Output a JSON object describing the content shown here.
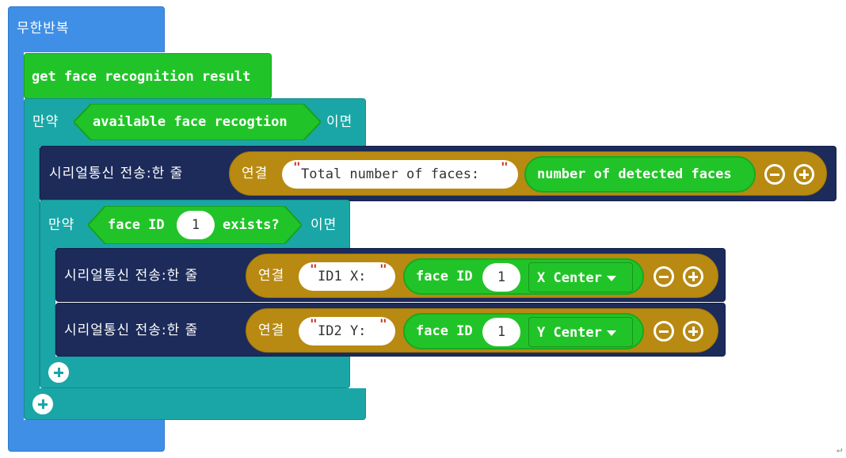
{
  "forever": {
    "label": "무한반복"
  },
  "get_face": {
    "label": "get face recognition result"
  },
  "if_outer": {
    "if_label": "만약",
    "then_label": "이면",
    "condition": "available face recogtion"
  },
  "serial1": {
    "label": "시리얼통신 전송:한 줄",
    "join_label": "연결",
    "text_value": "Total number of faces:",
    "reporter": "number of detected faces"
  },
  "if_inner": {
    "if_label": "만약",
    "then_label": "이면",
    "cond_prefix": "face ID",
    "cond_value": "1",
    "cond_suffix": "exists?"
  },
  "serial2": {
    "label": "시리얼통신 전송:한 줄",
    "join_label": "연결",
    "text_value": "ID1 X:",
    "face_id_label": "face ID",
    "face_id_value": "1",
    "dropdown": "X Center"
  },
  "serial3": {
    "label": "시리얼통신 전송:한 줄",
    "join_label": "연결",
    "text_value": "ID2 Y:",
    "face_id_label": "face ID",
    "face_id_value": "1",
    "dropdown": "Y Center"
  },
  "icons": {
    "minus": "minus-circle-icon",
    "plus": "plus-circle-icon",
    "add": "add-circle-icon"
  },
  "colors": {
    "loops": "#3f8fe6",
    "logic": "#1aa6a6",
    "face": "#21c428",
    "serial": "#1c2b5a",
    "text_join": "#b88a12"
  }
}
